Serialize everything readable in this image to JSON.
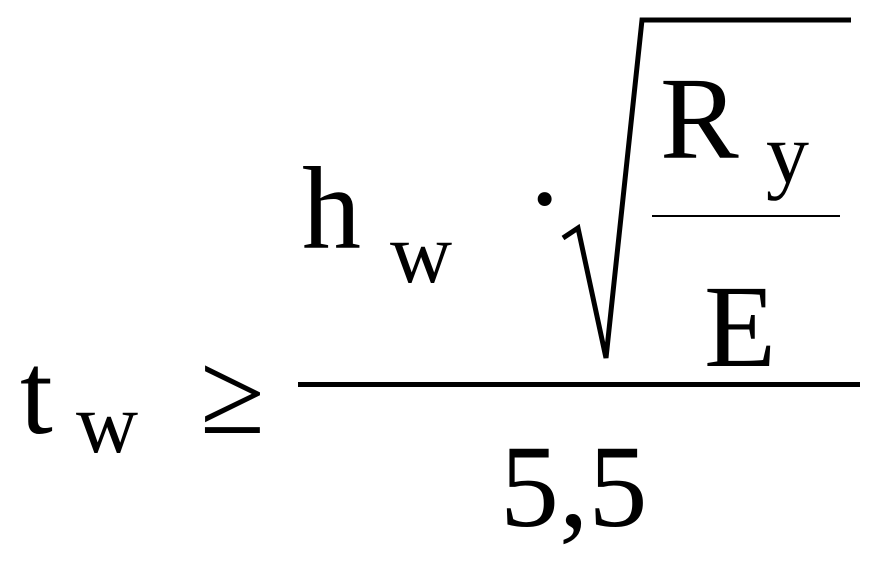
{
  "formula": {
    "lhs_base": "t",
    "lhs_sub": "w",
    "relation": "≥",
    "num_base": "h",
    "num_sub": "w",
    "dot": "·",
    "radicand_num_base": "R",
    "radicand_num_sub": "y",
    "radicand_den": "E",
    "denominator": "5,5"
  }
}
